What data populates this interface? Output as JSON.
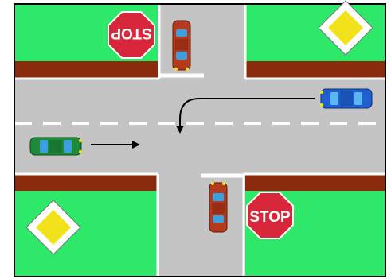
{
  "scene": {
    "signs": {
      "stop_top_left": {
        "text": "STOP",
        "kind": "stop",
        "rotated_180": true
      },
      "stop_bottom_right": {
        "text": "STOP",
        "kind": "stop",
        "rotated_180": false
      },
      "priority_top_right": {
        "kind": "priority-road"
      },
      "priority_bottom_left": {
        "kind": "priority-road"
      }
    },
    "cars": {
      "green_car": {
        "color": "#1e8a3a",
        "heading": "east"
      },
      "blue_car": {
        "color": "#1f5fcf",
        "heading": "west",
        "maneuver": "left-turn"
      },
      "top_red_car": {
        "color": "#b23a1e",
        "heading": "south"
      },
      "bottom_red_car": {
        "color": "#b23a1e",
        "heading": "north"
      }
    },
    "colors": {
      "grass": "#2ee86a",
      "road": "#c4c4c4",
      "curb": "#8b2b0e",
      "lane_marking": "#ffffff",
      "stop_sign": "#d8273b",
      "priority_fill": "#f2e21c",
      "frame": "#000000"
    }
  }
}
